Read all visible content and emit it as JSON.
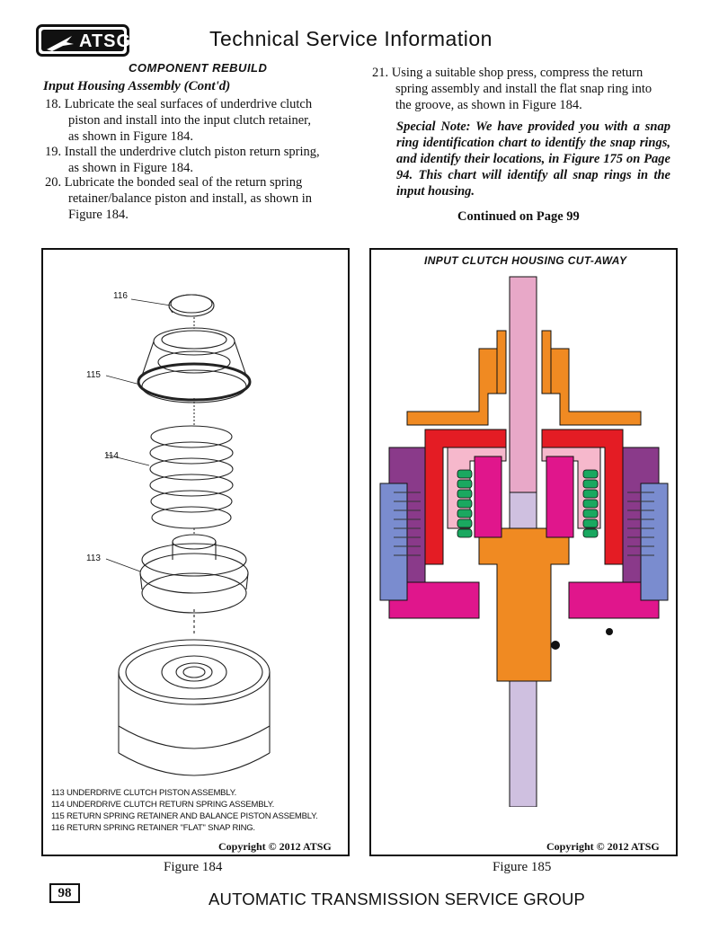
{
  "header": {
    "logo_text": "ATSG",
    "title": "Technical Service Information"
  },
  "section_heading": "COMPONENT REBUILD",
  "subheading": "Input Housing Assembly (Cont'd)",
  "steps": [
    {
      "num": "18.",
      "lines": [
        "Lubricate the seal surfaces of underdrive clutch",
        "piston and install into the input clutch retainer,",
        "as shown in Figure 184."
      ]
    },
    {
      "num": "19.",
      "lines": [
        "Install the underdrive clutch piston return spring,",
        "as shown in Figure 184."
      ]
    },
    {
      "num": "20.",
      "lines": [
        "Lubricate the bonded seal of the return spring",
        "retainer/balance piston and install, as shown in",
        "Figure 184."
      ]
    },
    {
      "num": "21.",
      "lines": [
        "Using a suitable shop press, compress the return",
        "spring assembly and install the flat snap ring into",
        "the groove, as shown in Figure 184."
      ]
    }
  ],
  "special_note": "Special Note:  We have provided you with a snap ring identification chart to identify the snap rings, and identify their locations, in Figure 175 on Page 94.  This chart will identify all snap rings in the input housing.",
  "continued": "Continued on Page 99",
  "figure184": {
    "callouts": [
      "116",
      "115",
      "114",
      "113"
    ],
    "legend": [
      "113  UNDERDRIVE CLUTCH PISTON ASSEMBLY.",
      "114  UNDERDRIVE CLUTCH RETURN SPRING ASSEMBLY.",
      "115  RETURN SPRING RETAINER AND BALANCE PISTON ASSEMBLY.",
      "116  RETURN SPRING RETAINER \"FLAT\" SNAP RING."
    ],
    "copyright": "Copyright © 2012 ATSG",
    "caption": "Figure 184"
  },
  "figure185": {
    "title": "INPUT CLUTCH HOUSING CUT-AWAY",
    "copyright": "Copyright © 2012 ATSG",
    "caption": "Figure 185",
    "colors": {
      "shaft": "#e8a8c8",
      "input_shaft": "#cfc0e0",
      "housing": "#f08a22",
      "piston": "#e0168c",
      "red": "#e41c24",
      "purple": "#8a3a8a",
      "blue": "#7a8ccf",
      "green": "#1aa860",
      "pink": "#f6b8cc"
    }
  },
  "page_number": "98",
  "footer": "AUTOMATIC TRANSMISSION SERVICE GROUP"
}
